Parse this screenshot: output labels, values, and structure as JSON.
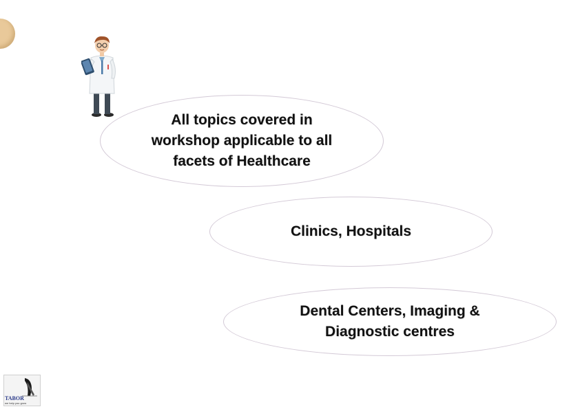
{
  "bubbles": [
    {
      "text": "All topics covered in\nworkshop applicable to all\nfacets of Healthcare"
    },
    {
      "text": "Clinics, Hospitals"
    },
    {
      "text": "Dental Centers, Imaging &\nDiagnostic centres"
    }
  ],
  "logo": {
    "name": "TABOR",
    "tagline": "we help you grow"
  },
  "colors": {
    "bubble_border": "#d3c9d6",
    "corner_circle": "#e9c99a",
    "logo_text": "#2a3a8a"
  },
  "icons": [
    "doctor-illustration",
    "corner-decoration",
    "tabor-logo"
  ]
}
